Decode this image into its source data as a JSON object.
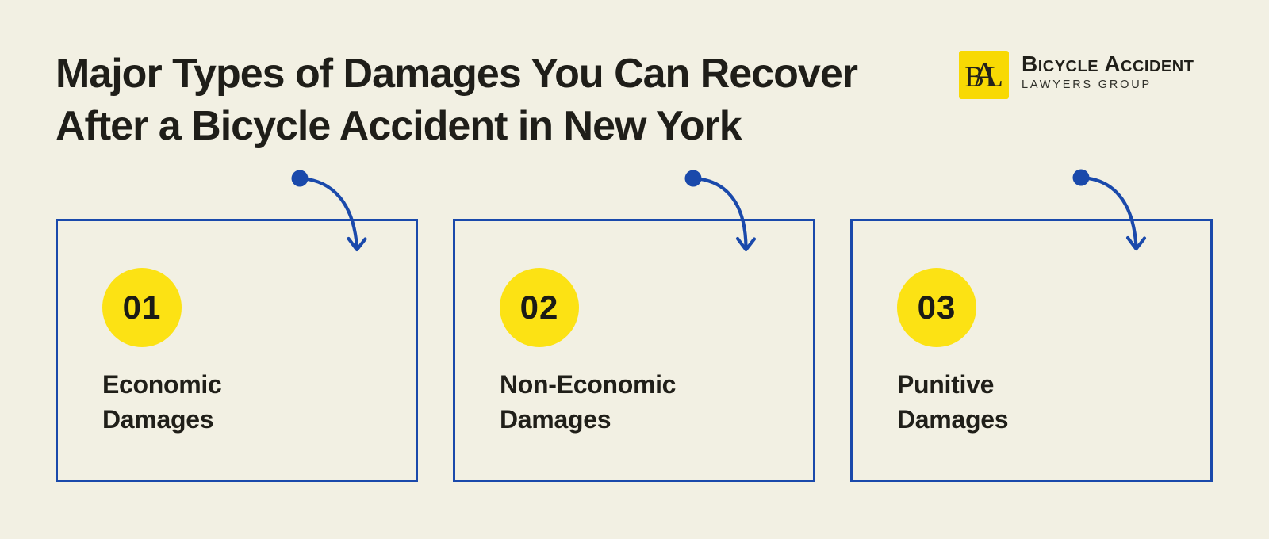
{
  "colors": {
    "background": "#F2F0E3",
    "accent-blue": "#1A49AB",
    "circle-yellow": "#FCE214",
    "logo-yellow": "#F8D903",
    "text-dark": "#1F1E19"
  },
  "header": {
    "title_line1": "Major Types of Damages You Can Recover",
    "title_line2": "After a Bicycle Accident in New York"
  },
  "logo": {
    "monogram": {
      "letter1": "B",
      "letter2": "A",
      "letter3": "L"
    },
    "name": "Bicycle Accident",
    "tagline": "LAWYERS GROUP"
  },
  "cards": [
    {
      "number": "01",
      "title_line1": "Economic",
      "title_line2": "Damages"
    },
    {
      "number": "02",
      "title_line1": "Non-Economic",
      "title_line2": "Damages"
    },
    {
      "number": "03",
      "title_line1": "Punitive",
      "title_line2": "Damages"
    }
  ]
}
